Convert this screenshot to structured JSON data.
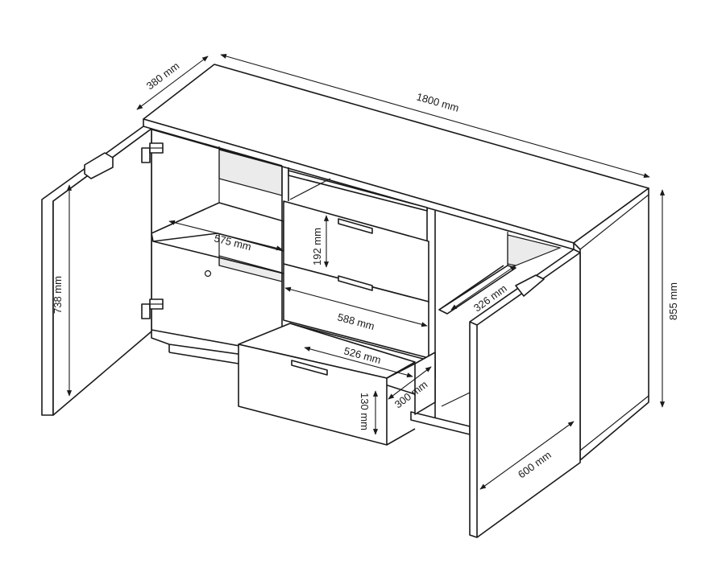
{
  "dimensions": {
    "depth": "380 mm",
    "width": "1800 mm",
    "height": "855 mm",
    "door_height": "738 mm",
    "shelf_width": "575 mm",
    "drawer_front_height": "192 mm",
    "drawer_width": "588 mm",
    "drawer_inner_width": "526 mm",
    "drawer_inner_height": "130 mm",
    "drawer_depth": "300 mm",
    "right_shelf_depth": "326 mm",
    "right_door_width": "600 mm"
  },
  "colors": {
    "line": "#1a1a1a",
    "shade": "#ebebeb",
    "background": "#ffffff"
  }
}
